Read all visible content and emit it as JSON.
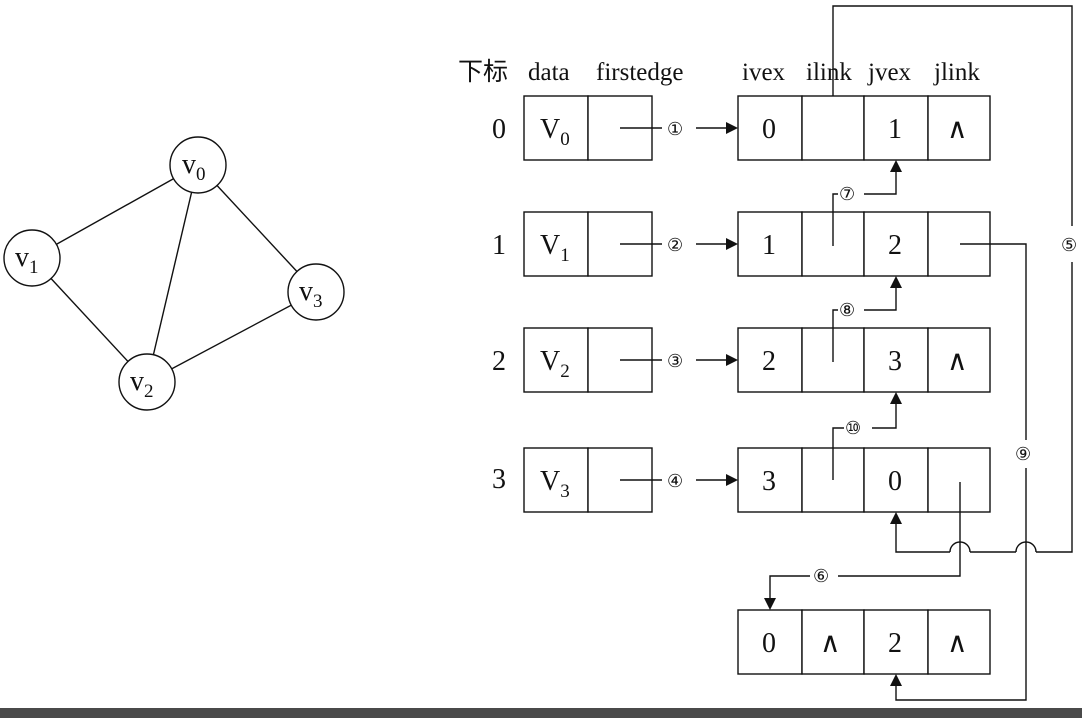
{
  "graph": {
    "nodes": [
      {
        "id": "v0",
        "letter": "v",
        "sub": "0"
      },
      {
        "id": "v1",
        "letter": "v",
        "sub": "1"
      },
      {
        "id": "v2",
        "letter": "v",
        "sub": "2"
      },
      {
        "id": "v3",
        "letter": "v",
        "sub": "3"
      }
    ]
  },
  "headers": {
    "index": "下标",
    "data": "data",
    "firstedge": "firstedge",
    "ivex": "ivex",
    "ilink": "ilink",
    "jvex": "jvex",
    "jlink": "jlink"
  },
  "vertices": [
    {
      "index": "0",
      "letter": "V",
      "sub": "0"
    },
    {
      "index": "1",
      "letter": "V",
      "sub": "1"
    },
    {
      "index": "2",
      "letter": "V",
      "sub": "2"
    },
    {
      "index": "3",
      "letter": "V",
      "sub": "3"
    }
  ],
  "edges": [
    {
      "ivex": "0",
      "ilink": "",
      "jvex": "1",
      "jlink": "∧"
    },
    {
      "ivex": "1",
      "ilink": "",
      "jvex": "2",
      "jlink": ""
    },
    {
      "ivex": "2",
      "ilink": "",
      "jvex": "3",
      "jlink": "∧"
    },
    {
      "ivex": "3",
      "ilink": "",
      "jvex": "0",
      "jlink": ""
    },
    {
      "ivex": "0",
      "ilink": "∧",
      "jvex": "2",
      "jlink": "∧"
    }
  ],
  "arrow_labels": [
    "①",
    "②",
    "③",
    "④",
    "⑤",
    "⑥",
    "⑦",
    "⑧",
    "⑨",
    "⑩"
  ]
}
